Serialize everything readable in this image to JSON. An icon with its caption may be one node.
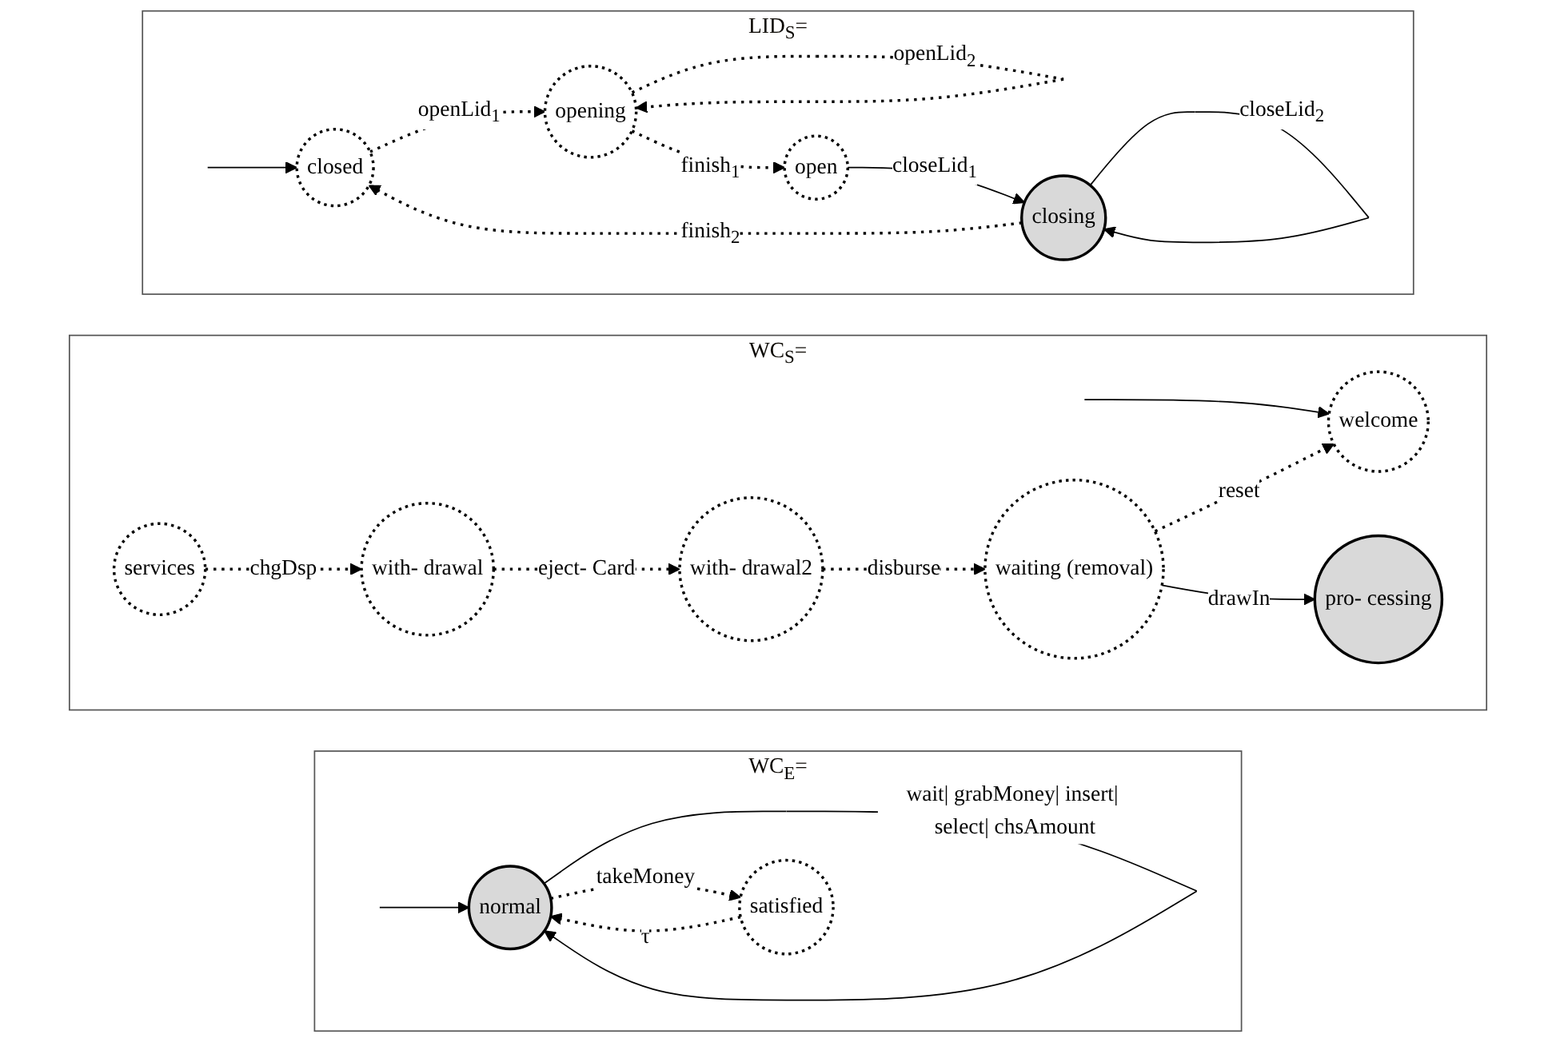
{
  "diagram": {
    "nodes": [
      {
        "text": [
          "WC$_{E}$="
        ]
      },
      {
        "text": [
          "normal"
        ],
        "in": 0
      },
      {
        "text": [
          "satisfied"
        ],
        "in": 0
      },
      {
        "text": [
          "WC$_{S}$="
        ]
      },
      {
        "text": [
          "services"
        ],
        "in": 3
      },
      {
        "text": [
          "with- drawal"
        ],
        "in": 3
      },
      {
        "text": [
          "with- drawal2"
        ],
        "in": 3
      },
      {
        "text": [
          "welcome"
        ],
        "in": 3
      },
      {
        "text": [
          "waiting (removal)"
        ],
        "in": 3
      },
      {
        "text": [
          "pro- cessing"
        ],
        "in": 3
      },
      {
        "text": [
          "LID$_{S}$="
        ]
      },
      {
        "text": [
          "opening"
        ],
        "in": 10
      },
      {
        "text": [
          "closed"
        ],
        "in": 10
      },
      {
        "text": [
          "open"
        ],
        "in": 10
      },
      {
        "text": [
          "closing"
        ],
        "in": 10
      }
    ],
    "edges": [
      {
        "from": null,
        "to": 1,
        "arrow": "to"
      },
      {
        "from": 1,
        "to": 1,
        "arrow": "to",
        "label": "wait| grabMoney| insert| select| chsAmount"
      },
      {
        "from": 1,
        "to": 2,
        "arrow": "to",
        "label": "takeMoney",
        "style": "dashed"
      },
      {
        "from": 2,
        "to": 1,
        "arrow": "to",
        "label": "τ",
        "style": "dashed"
      },
      {
        "from": 4,
        "to": 5,
        "arrow": "to",
        "label": "chgDsp",
        "style": "dashed"
      },
      {
        "from": 5,
        "to": 6,
        "arrow": "to",
        "label": "eject- Card",
        "style": "dashed"
      },
      {
        "from": 6,
        "to": 8,
        "arrow": "to",
        "label": "disburse",
        "style": "dashed"
      },
      {
        "from": 8,
        "to": 7,
        "arrow": "to",
        "label": "reset",
        "style": "dashed"
      },
      {
        "from": 8,
        "to": 9,
        "arrow": "to",
        "label": "drawIn"
      },
      {
        "from": null,
        "to": 7,
        "arrow": "to"
      },
      {
        "from": 11,
        "to": 11,
        "arrow": "to",
        "label": "openLid$_{2}$",
        "style": "dashed"
      },
      {
        "from": 12,
        "to": 11,
        "arrow": "to",
        "label": "openLid$_{1}$",
        "style": "dashed"
      },
      {
        "from": 11,
        "to": 13,
        "arrow": "to",
        "label": "finish$_{1}$",
        "style": "dashed"
      },
      {
        "from": 13,
        "to": 14,
        "arrow": "to",
        "label": "closeLid$_{1}$"
      },
      {
        "from": 14,
        "to": 12,
        "arrow": "to",
        "label": "finish$_{2}$",
        "style": "dashed"
      },
      {
        "from": 14,
        "to": 14,
        "arrow": "to",
        "label": "closeLid$_{2}$"
      },
      {
        "from": null,
        "to": 12,
        "arrow": "to"
      }
    ]
  }
}
